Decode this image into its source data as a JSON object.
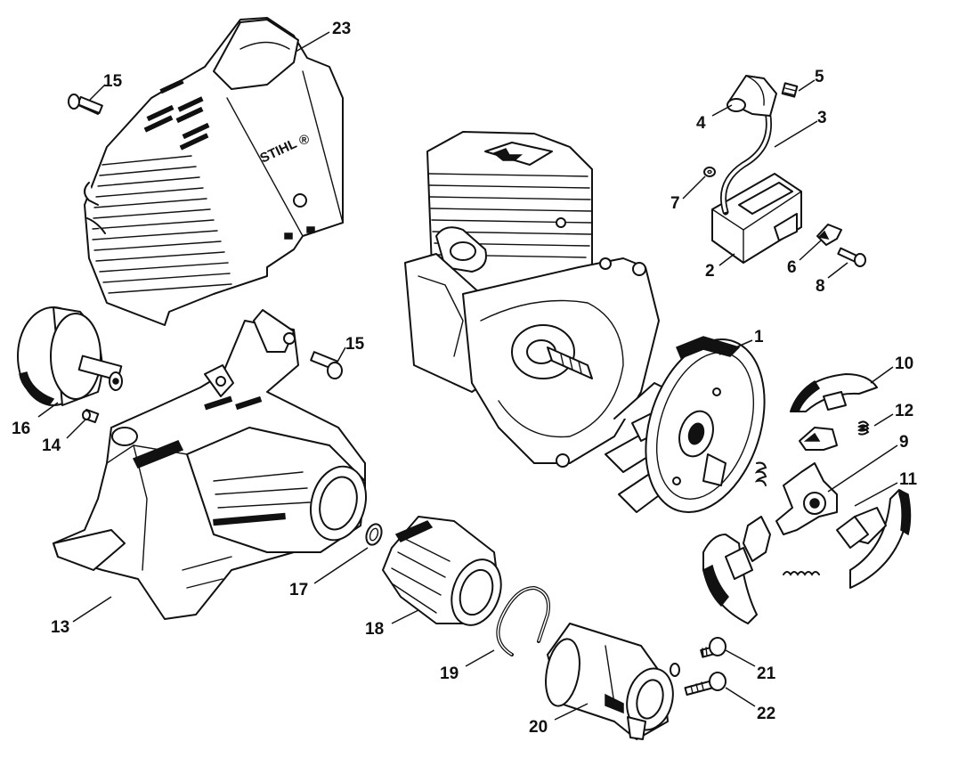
{
  "brand_text": "STIHL",
  "registered_mark": "®",
  "colors": {
    "ink": "#111111",
    "paper": "#ffffff"
  },
  "callouts": {
    "p1": "1",
    "p2": "2",
    "p3": "3",
    "p4": "4",
    "p5": "5",
    "p6": "6",
    "p7": "7",
    "p8": "8",
    "p9": "9",
    "p10": "10",
    "p11": "11",
    "p12": "12",
    "p13": "13",
    "p14": "14",
    "p15a": "15",
    "p15b": "15",
    "p16": "16",
    "p17": "17",
    "p18": "18",
    "p19": "19",
    "p20": "20",
    "p21": "21",
    "p22": "22",
    "p23": "23"
  }
}
